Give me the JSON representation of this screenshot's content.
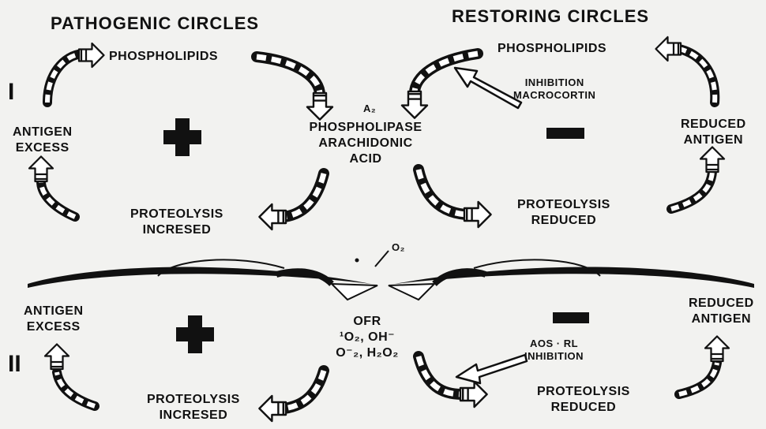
{
  "titles": {
    "pathogenic": "PATHOGENIC CIRCLES",
    "restoring": "RESTORING CIRCLES"
  },
  "cycle_markers": {
    "first": "I",
    "second": "II"
  },
  "cycle1": {
    "left_phospholipids": "PHOSPHOLIPIDS",
    "left_antigen": "ANTIGEN\nEXCESS",
    "left_proteolysis": "PROTEOLYSIS\nINCRESED",
    "center_a2": "A₂",
    "center_text": "PHOSPHOLIPASE\nARACHIDONIC\nACID",
    "right_phospholipids": "PHOSPHOLIPIDS",
    "inhibition": "INHIBITION\nMACROCORTIN",
    "right_antigen": "REDUCED\nANTIGEN",
    "right_proteolysis": "PROTEOLYSIS\nREDUCED"
  },
  "cycle2": {
    "o2": "O₂",
    "left_antigen": "ANTIGEN\nEXCESS",
    "left_proteolysis": "PROTEOLYSIS\nINCRESED",
    "center_text": "OFR\n¹O₂, OH⁻\nO⁻₂, H₂O₂",
    "right_antigen": "REDUCED\nANTIGEN",
    "inhibition": "AOS · RL\nINHIBITION",
    "right_proteolysis": "PROTEOLYSIS\nREDUCED"
  },
  "signs": {
    "plus": "plus-sign",
    "minus": "minus-sign"
  },
  "colors": {
    "ink": "#111111",
    "paper": "#f2f2f0"
  }
}
